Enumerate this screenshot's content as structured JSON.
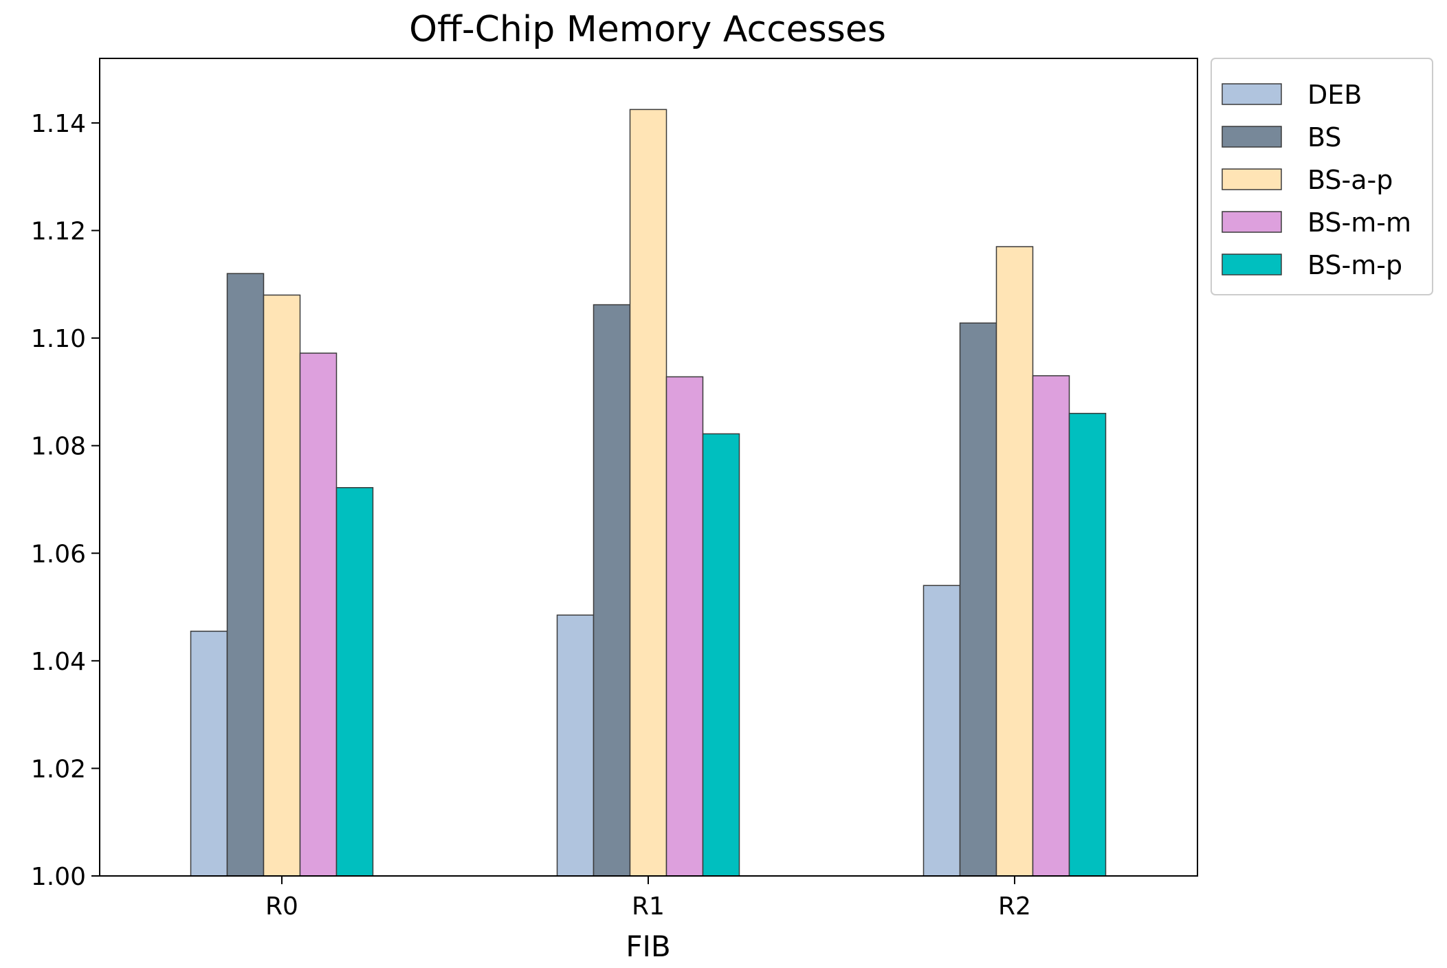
{
  "chart_data": {
    "type": "bar",
    "title": "Off-Chip Memory Accesses",
    "xlabel": "FIB",
    "ylabel": "",
    "categories": [
      "R0",
      "R1",
      "R2"
    ],
    "ylim": [
      1.0,
      1.152
    ],
    "yticks": [
      "1.00",
      "1.02",
      "1.04",
      "1.06",
      "1.08",
      "1.10",
      "1.12",
      "1.14"
    ],
    "grid": false,
    "legend_position": "outside top-right",
    "series": [
      {
        "name": "DEB",
        "color": "#b0c4de",
        "values": [
          1.0455,
          1.0485,
          1.054
        ]
      },
      {
        "name": "BS",
        "color": "#778899",
        "values": [
          1.112,
          1.1062,
          1.1028
        ]
      },
      {
        "name": "BS-a-p",
        "color": "#ffe4b5",
        "values": [
          1.108,
          1.1425,
          1.117
        ]
      },
      {
        "name": "BS-m-m",
        "color": "#dda0dd",
        "values": [
          1.0972,
          1.0928,
          1.093
        ]
      },
      {
        "name": "BS-m-p",
        "color": "#00bfbf",
        "values": [
          1.0722,
          1.0822,
          1.086
        ]
      }
    ]
  }
}
